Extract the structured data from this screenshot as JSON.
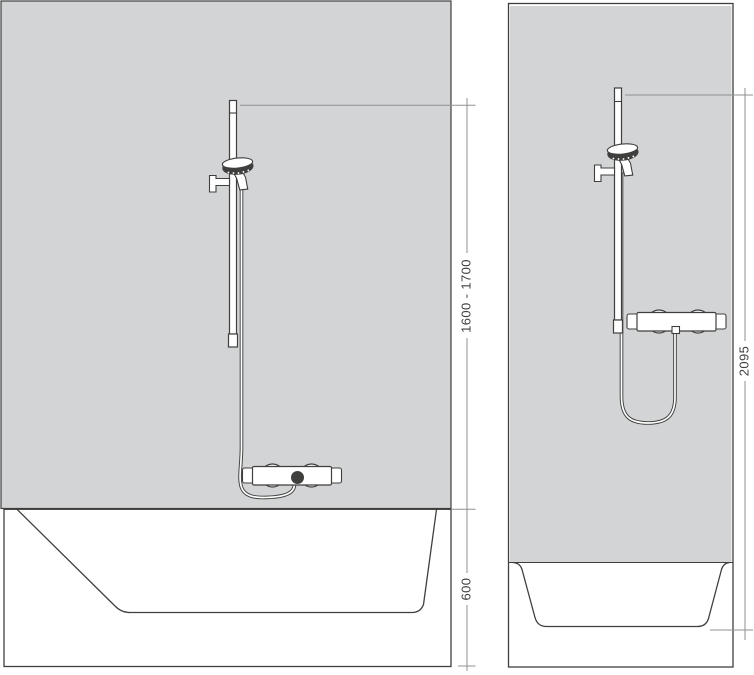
{
  "dimensions": {
    "left_rail_height": "1600 - 1700",
    "left_tub_height": "600",
    "right_total_height": "2095"
  },
  "colors": {
    "wall_fill": "#d3d4d6",
    "outline": "#3f3f3e",
    "dimension_line": "#8f9091",
    "text": "#3f3f3e",
    "background": "#ffffff"
  }
}
